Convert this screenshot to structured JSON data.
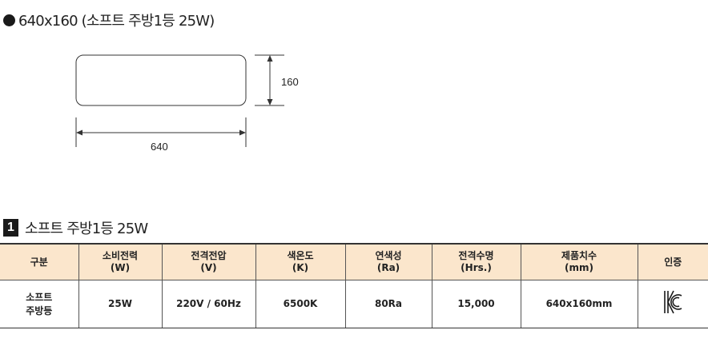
{
  "header": {
    "title": "640x160 (소프트 주방1등 25W)"
  },
  "diagram": {
    "width_label": "640",
    "height_label": "160"
  },
  "section": {
    "number": "1",
    "title": "소프트 주방1등 25W"
  },
  "table": {
    "headers": [
      {
        "line1": "구분",
        "line2": ""
      },
      {
        "line1": "소비전력",
        "line2": "(W)"
      },
      {
        "line1": "전격전압",
        "line2": "(V)"
      },
      {
        "line1": "색온도",
        "line2": "(K)"
      },
      {
        "line1": "연색성",
        "line2": "(Ra)"
      },
      {
        "line1": "전격수명",
        "line2": "(Hrs.)"
      },
      {
        "line1": "제품치수",
        "line2": "(mm)"
      },
      {
        "line1": "인증",
        "line2": ""
      }
    ],
    "row": {
      "name_line1": "소프트",
      "name_line2": "주방등",
      "power": "25W",
      "voltage": "220V / 60Hz",
      "color_temp": "6500K",
      "cri": "80Ra",
      "life": "15,000",
      "size": "640x160mm",
      "cert_icon": "kc-mark-icon"
    }
  },
  "colors": {
    "header_bg": "#fbe6cc",
    "text": "#222222"
  }
}
